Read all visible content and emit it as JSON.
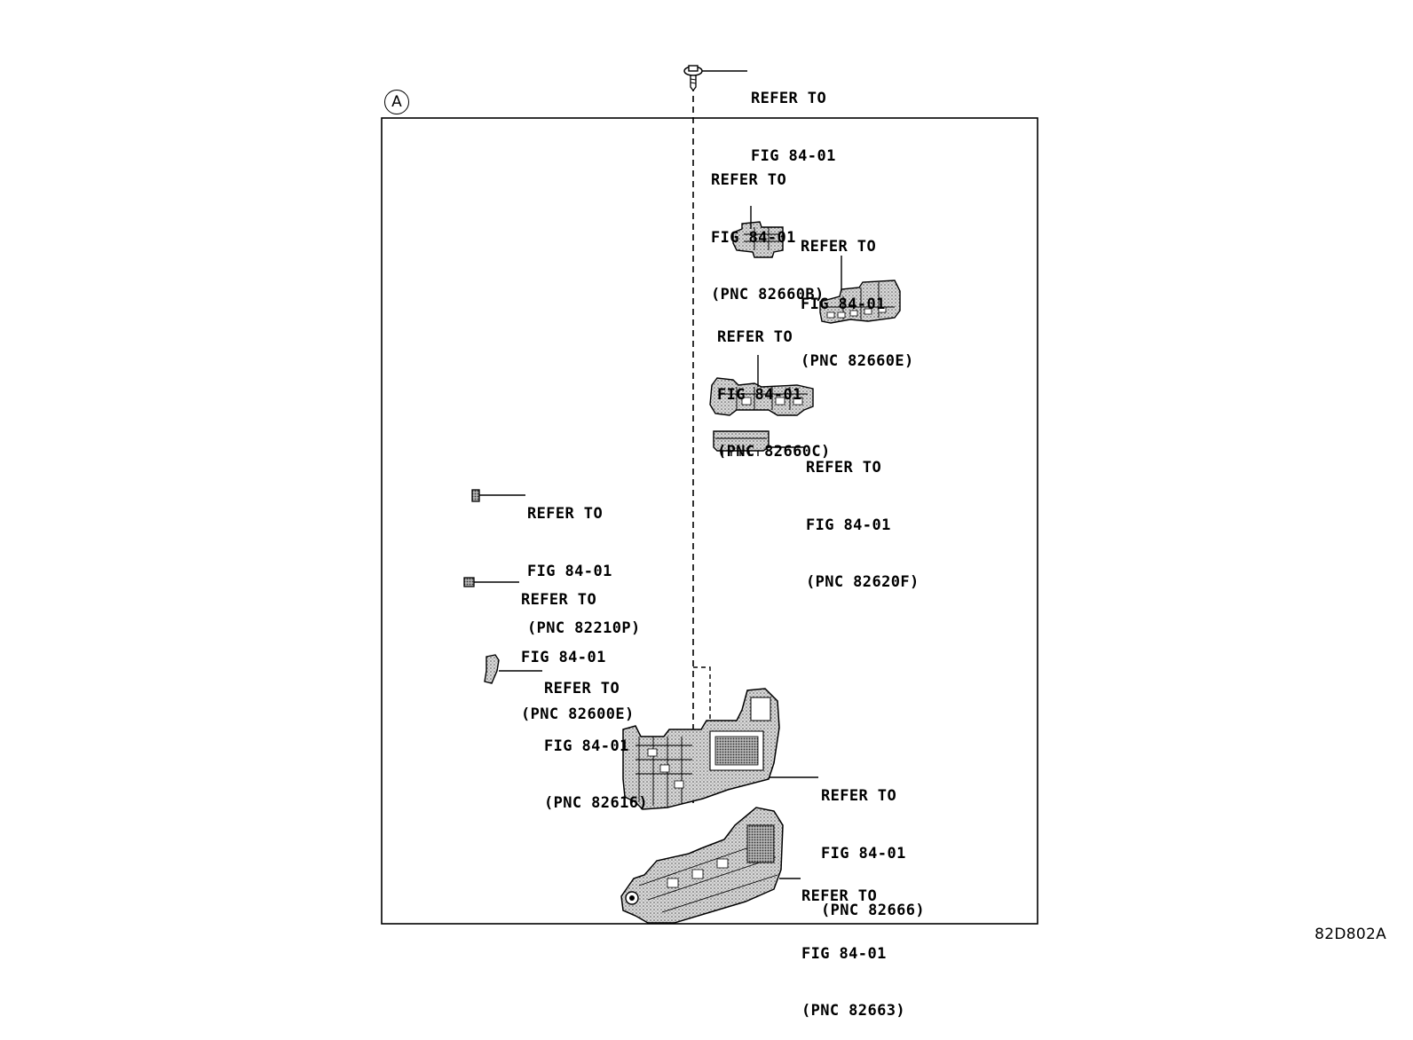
{
  "view_label": "A",
  "drawing_code": "82D802A",
  "callouts": {
    "bolt": [
      "REFER TO",
      "FIG 84-01"
    ],
    "p82660B": [
      "REFER TO",
      "FIG 84-01",
      "(PNC 82660B)"
    ],
    "p82660E": [
      "REFER TO",
      "FIG 84-01",
      "(PNC 82660E)"
    ],
    "p82660C": [
      "REFER TO",
      "FIG 84-01",
      "(PNC 82660C)"
    ],
    "p82620F": [
      "REFER TO",
      "FIG 84-01",
      "(PNC 82620F)"
    ],
    "p82210P": [
      "REFER TO",
      "FIG 84-01",
      "(PNC 82210P)"
    ],
    "p82600E": [
      "REFER TO",
      "FIG 84-01",
      "(PNC 82600E)"
    ],
    "p82616": [
      "REFER TO",
      "FIG 84-01",
      "(PNC 82616)"
    ],
    "p82666": [
      "REFER TO",
      "FIG 84-01",
      "(PNC 82666)"
    ],
    "p82663": [
      "REFER TO",
      "FIG 84-01",
      "(PNC 82663)"
    ]
  }
}
